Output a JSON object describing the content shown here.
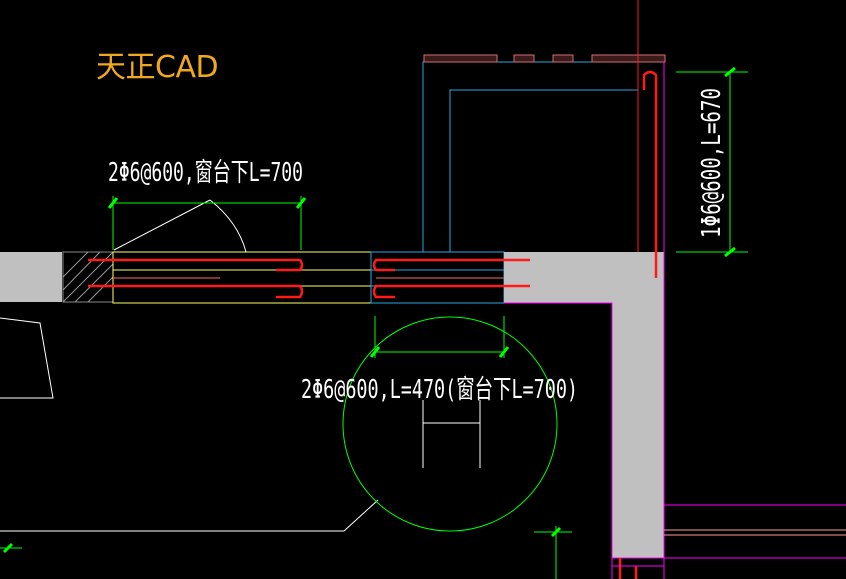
{
  "brand": {
    "label": "天正CAD",
    "color": "#f0a81c"
  },
  "annotations": {
    "top_rebar": "2Φ6@600,窗台下L=700",
    "bottom_rebar": "2Φ6@600,L=470(窗台下L=700)",
    "vertical_rebar": "1Φ6@600,L=670"
  },
  "colors": {
    "background": "#000000",
    "wall_fill": "#c0c0c0",
    "rebar": "#ff1a1a",
    "dimension": "#00ff00",
    "window": "#2aa8e0",
    "window_sill": "#ffff66",
    "wall_outline": "#ff00ff",
    "leader": "#ffffff"
  }
}
